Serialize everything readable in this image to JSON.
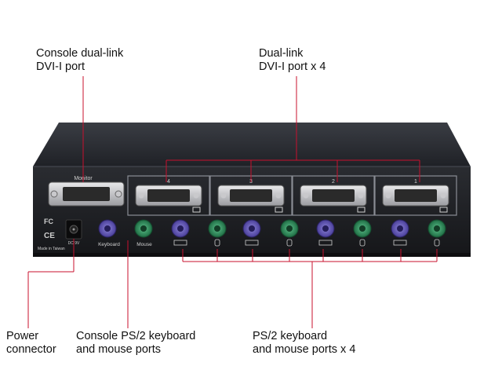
{
  "callouts": {
    "console_dvi": "Console dual-link\nDVI-I port",
    "dvi_ports": "Dual-link\nDVI-I port x 4",
    "power": "Power\nconnector",
    "console_ps2": "Console PS/2 keyboard\nand mouse ports",
    "ps2_ports": "PS/2 keyboard\nand mouse ports x 4"
  },
  "panel": {
    "monitor_label": "Monitor",
    "keyboard_label": "Keyboard",
    "mouse_label": "Mouse",
    "fc_mark": "FC",
    "ce_mark": "CE",
    "made_in": "Made in Taiwan",
    "dc_label": "DC 9V",
    "port_numbers": [
      "4",
      "3",
      "2",
      "1"
    ]
  },
  "colors": {
    "callout_line": "#c8102e",
    "keyboard_port": "#6a5acd",
    "mouse_port": "#2e8b57"
  }
}
